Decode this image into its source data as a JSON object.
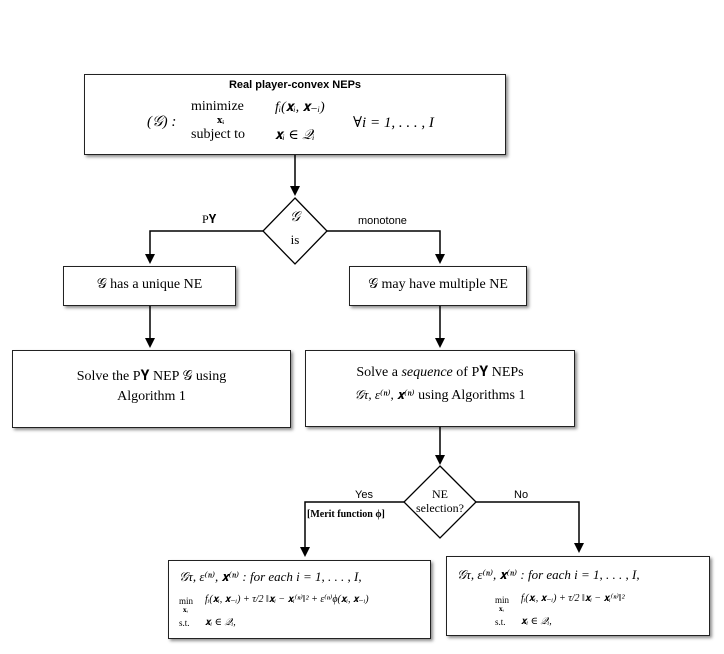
{
  "top_box": {
    "title": "Real player-convex  NEPs",
    "game_label": "(𝒢) :",
    "row1_keyword": "minimize",
    "row1_subscript": "𝐱ᵢ",
    "row1_expr": "fᵢ(𝐱ᵢ, 𝐱₋ᵢ)",
    "row2_keyword": "subject to",
    "row2_expr": "𝐱ᵢ ∈ 𝒬ᵢ",
    "quantifier": "∀i = 1, . . . , I"
  },
  "decision1": {
    "line1": "𝒢",
    "line2": "is"
  },
  "edge_labels": {
    "left": "P𝚼",
    "right": "monotone",
    "yes": "Yes",
    "no": "No",
    "merit": "[Merit function ϕ]"
  },
  "left_mid_box": {
    "text": "𝒢 has a unique NE"
  },
  "right_mid_box": {
    "text": "𝒢 may have multiple NE"
  },
  "left_solve_box": {
    "line1": "Solve the P𝚼 NEP 𝒢 using",
    "line2": "Algorithm 1"
  },
  "right_solve_box": {
    "line1_prefix": "Solve a",
    "line1_italic": "sequence",
    "line1_suffix": "of P𝚼 NEPs",
    "line2_game": "𝒢τ, ε⁽ⁿ⁾, 𝐱⁽ⁿ⁾",
    "line2_suffix": "using Algorithms 1"
  },
  "decision2": {
    "line1": "NE",
    "line2": "selection?"
  },
  "bottom_left_box": {
    "header": "𝒢τ, ε⁽ⁿ⁾, 𝐱⁽ⁿ⁾ : for each i = 1, . . . , I,",
    "min": "min",
    "min_sub": "𝐱ᵢ",
    "objective": "fᵢ(𝐱ᵢ, 𝐱₋ᵢ) + τ/2 ‖𝐱ᵢ − 𝐱ᵢ⁽ⁿ⁾‖² + ε⁽ⁿ⁾ϕ(𝐱ᵢ, 𝐱₋ᵢ)",
    "st": "s.t.",
    "constraint": "𝐱ᵢ ∈ 𝒬ᵢ,"
  },
  "bottom_right_box": {
    "header": "𝒢τ, ε⁽ⁿ⁾, 𝐱⁽ⁿ⁾ : for each i = 1, . . . , I,",
    "min": "min",
    "min_sub": "𝐱ᵢ",
    "objective": "fᵢ(𝐱ᵢ, 𝐱₋ᵢ) + τ/2 ‖𝐱ᵢ − 𝐱ᵢ⁽ⁿ⁾‖²",
    "st": "s.t.",
    "constraint": "𝐱ᵢ ∈ 𝒬ᵢ,"
  }
}
